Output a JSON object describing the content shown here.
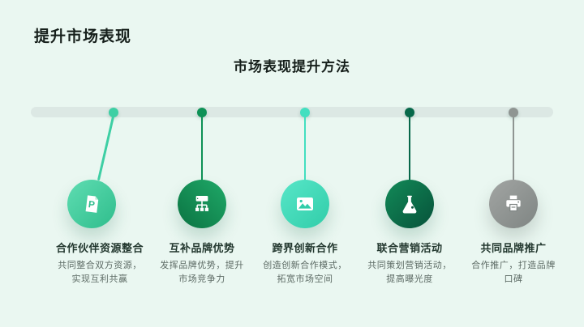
{
  "slide": {
    "title": "提升市场表现",
    "subtitle": "市场表现提升方法",
    "background_color": "#eaf7f1",
    "timeline_bar_color": "#dce8e4",
    "heading_text_color": "#22372e",
    "description_text_color": "#5d6b65"
  },
  "items": [
    {
      "title": "合作伙伴资源整合",
      "desc_line1": "共同整合双方资源，",
      "desc_line2": "实现互利共赢",
      "icon": "document-p-icon",
      "dot_color": "#3ecfa4",
      "circle_from": "#5fddb2",
      "circle_to": "#2fbd8c"
    },
    {
      "title": "互补品牌优势",
      "desc_line1": "发挥品牌优势，提升",
      "desc_line2": "市场竞争力",
      "icon": "org-chart-icon",
      "dot_color": "#0e9156",
      "circle_from": "#1fa968",
      "circle_to": "#0b7342"
    },
    {
      "title": "跨界创新合作",
      "desc_line1": "创造创新合作模式，",
      "desc_line2": "拓宽市场空间",
      "icon": "image-icon",
      "dot_color": "#43dfc0",
      "circle_from": "#57e6c8",
      "circle_to": "#31cda9"
    },
    {
      "title": "联合营销活动",
      "desc_line1": "共同策划营销活动，",
      "desc_line2": "提高曝光度",
      "icon": "flask-icon",
      "dot_color": "#07684a",
      "circle_from": "#128a58",
      "circle_to": "#07523a"
    },
    {
      "title": "共同品牌推广",
      "desc_line1": "合作推广，打造品牌",
      "desc_line2": "口碑",
      "icon": "printer-icon",
      "dot_color": "#8f9592",
      "circle_from": "#a2a5a3",
      "circle_to": "#7f8583"
    }
  ]
}
